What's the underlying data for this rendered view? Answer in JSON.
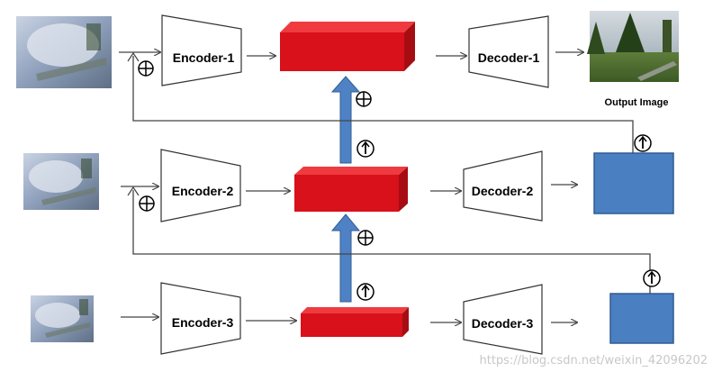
{
  "encoders": [
    "Encoder-1",
    "Encoder-2",
    "Encoder-3"
  ],
  "decoders": [
    "Decoder-1",
    "Decoder-2",
    "Decoder-3"
  ],
  "output_label": "Output Image",
  "watermark": "https://blog.csdn.net/weixin_42096202",
  "colors": {
    "feature_red": "#d8111a",
    "feature_red_top": "#ef3b3f",
    "feature_red_side": "#a60d13",
    "blue_box": "#4a7fc1",
    "blue_border": "#2f5c92",
    "arrow_blue": "#4f82c5"
  },
  "icons": [
    "hazy-image-icon",
    "output-image-icon",
    "plus-circle-icon",
    "up-arrow-circle-icon"
  ]
}
